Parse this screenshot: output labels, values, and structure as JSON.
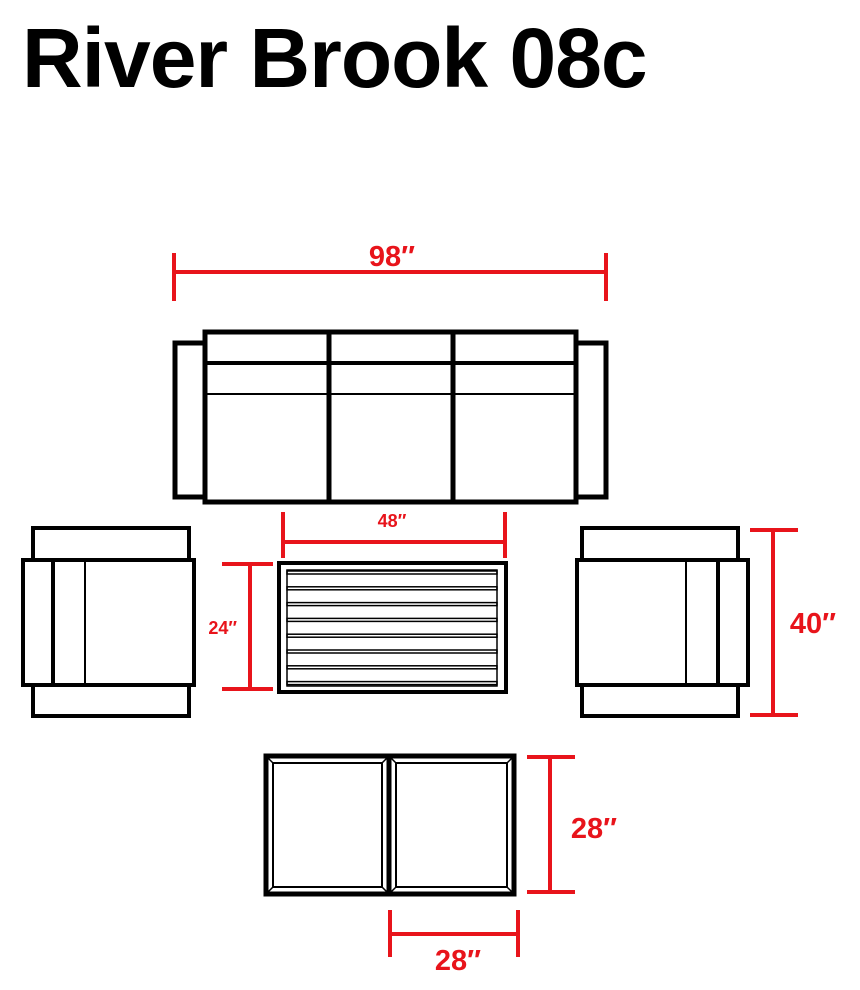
{
  "title": "River Brook 08c",
  "colors": {
    "dimension": "#e8141b",
    "outline": "#000000"
  },
  "dimensions": {
    "sofa_width": "98″",
    "table_width": "48″",
    "table_depth": "24″",
    "chair_depth": "40″",
    "ottoman_depth": "28″",
    "ottoman_width": "28″"
  }
}
